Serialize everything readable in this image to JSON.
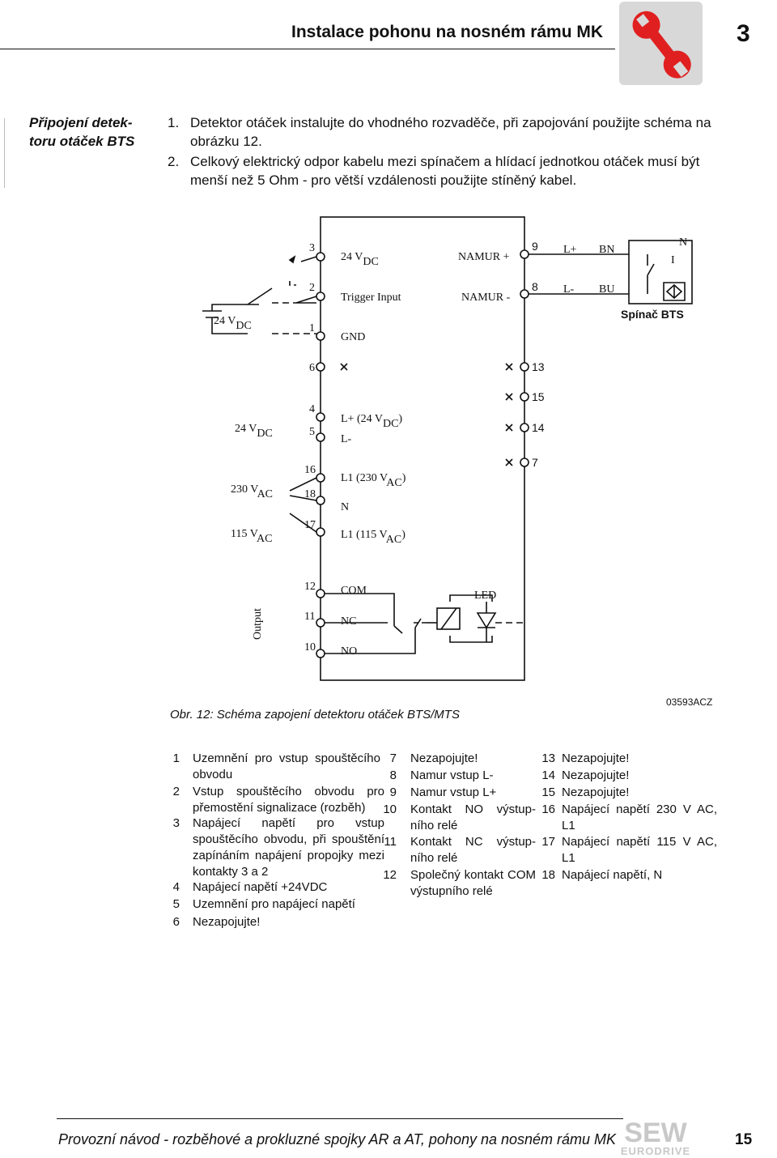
{
  "header": {
    "title": "Instalace pohonu na nosném rámu MK",
    "chapter": "3",
    "tool_icon": "wrench-icon",
    "accent_color": "#e02020"
  },
  "sidebar": {
    "heading": "Připojení detek-toru otáček BTS"
  },
  "instructions": [
    {
      "num": "1.",
      "text": "Detektor otáček instalujte do vhodného rozvaděče, při zapojování použijte schéma na obrázku 12."
    },
    {
      "num": "2.",
      "text": "Celkový elektrický odpor kabelu mezi spínačem a hlídací jednotkou otáček musí být menší než 5 Ohm - pro větší vzdálenosti použijte stíněný kabel."
    }
  ],
  "diagram": {
    "terminals": {
      "t3": "3",
      "t2": "2",
      "t1": "1",
      "t6": "6",
      "t4": "4",
      "t5": "5",
      "t16": "16",
      "t18": "18",
      "t17": "17",
      "t12": "12",
      "t11": "11",
      "t10": "10",
      "t9": "9",
      "t8": "8",
      "t13": "13",
      "t15": "15",
      "t14": "14",
      "t7": "7"
    },
    "labels": {
      "v24dc_top": "24 V",
      "v24dc_top_sub": "DC",
      "trigger": "Trigger Input",
      "gnd": "GND",
      "namur_plus": "NAMUR +",
      "namur_minus": "NAMUR -",
      "lplus": "L+",
      "lminus": "L-",
      "bn": "BN",
      "bu": "BU",
      "n_sensor": "N",
      "i_sensor": "I",
      "switch": "Spínač BTS",
      "ext24_left": "24 V",
      "ext24_left_sub": "DC",
      "ext24_mid": "24 V",
      "ext24_mid_sub": "DC",
      "lp24": "L+ (24 V",
      "lp24_sub": "DC",
      "lp24_close": ")",
      "lm": "L-",
      "ext230": "230 V",
      "ext230_sub": "AC",
      "ext115": "115 V",
      "ext115_sub": "AC",
      "l1_230": "L1 (230 V",
      "l1_230_sub": "AC",
      "l1_230_close": ")",
      "n_supply": "N",
      "l1_115": "L1 (115 V",
      "l1_115_sub": "AC",
      "l1_115_close": ")",
      "com": "COM",
      "nc": "NC",
      "no": "NO",
      "led": "LED",
      "output": "Output"
    }
  },
  "figure": {
    "caption": "Obr. 12: Schéma zapojení detektoru otáček BTS/MTS",
    "code": "03593ACZ"
  },
  "legend": {
    "col1": [
      {
        "num": "1",
        "text": "Uzemnění pro vstup spouštěcího obvodu"
      },
      {
        "num": "2",
        "text": "Vstup spouštěcího obvodu pro přemostění signalizace (rozběh)"
      },
      {
        "num": "3",
        "text": "Napájecí napětí pro vstup spouštěcího obvodu, při spouštění zapínáním napájení propojky mezi kontakty 3 a 2"
      },
      {
        "num": "4",
        "text": "Napájecí napětí +24VDC"
      },
      {
        "num": "5",
        "text": "Uzemnění pro napájecí napětí"
      },
      {
        "num": "6",
        "text": "Nezapojujte!"
      }
    ],
    "col2": [
      {
        "num": "7",
        "text": "Nezapojujte!"
      },
      {
        "num": "8",
        "text": "Namur vstup L-"
      },
      {
        "num": "9",
        "text": "Namur vstup L+"
      },
      {
        "num": "10",
        "text": "Kontakt NO výstup-ního relé"
      },
      {
        "num": "11",
        "text": "Kontakt NC výstup-ního relé"
      },
      {
        "num": "12",
        "text": "Společný kontakt COM výstupního relé"
      }
    ],
    "col3": [
      {
        "num": "13",
        "text": "Nezapojujte!"
      },
      {
        "num": "14",
        "text": "Nezapojujte!"
      },
      {
        "num": "15",
        "text": "Nezapojujte!"
      },
      {
        "num": "16",
        "text": "Napájecí napětí 230 V AC, L1"
      },
      {
        "num": "17",
        "text": "Napájecí napětí 115 V AC, L1"
      },
      {
        "num": "18",
        "text": "Napájecí napětí, N"
      }
    ]
  },
  "footer": {
    "text": "Provozní návod - rozběhové a prokluzné spojky AR a AT, pohony na nosném rámu MK",
    "page": "15",
    "logo_top": "SEW",
    "logo_bottom": "EURODRIVE"
  }
}
